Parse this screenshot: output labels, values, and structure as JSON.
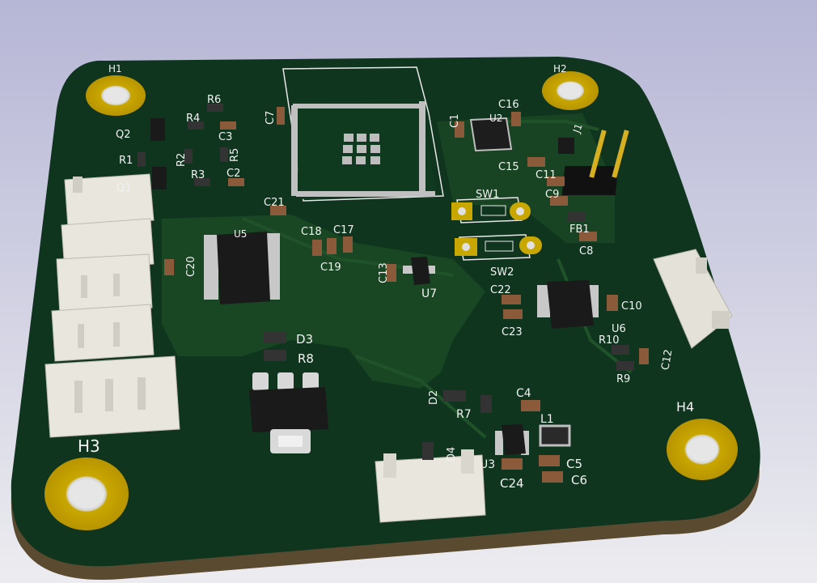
{
  "colors": {
    "background_top": "#b8b8d6",
    "background_bottom": "#e9e9ee",
    "board": "#10351f",
    "board_edge": "#5a4a30",
    "copper_pour": "#1c4a25",
    "silkscreen": "#f2f2f2",
    "pad_gold": "#c8a800",
    "connector_white": "#e8e6dd",
    "ic_black": "#1a1a1a"
  },
  "labels": {
    "H1": "H1",
    "H2": "H2",
    "H3": "H3",
    "H4": "H4",
    "Q1": "Q1",
    "Q2": "Q2",
    "R1": "R1",
    "R2": "R2",
    "R3": "R3",
    "R4": "R4",
    "R5": "R5",
    "R6": "R6",
    "R7": "R7",
    "R8": "R8",
    "R9": "R9",
    "R10": "R10",
    "C1": "C1",
    "C2": "C2",
    "C3": "C3",
    "C4": "C4",
    "C5": "C5",
    "C6": "C6",
    "C7": "C7",
    "C8": "C8",
    "C9": "C9",
    "C10": "C10",
    "C11": "C11",
    "C12": "C12",
    "C13": "C13",
    "C15": "C15",
    "C16": "C16",
    "C17": "C17",
    "C18": "C18",
    "C19": "C19",
    "C20": "C20",
    "C21": "C21",
    "C22": "C22",
    "C23": "C23",
    "C24": "C24",
    "U2": "U2",
    "U3": "U3",
    "U5": "U5",
    "U6": "U6",
    "U7": "U7",
    "SW1": "SW1",
    "SW2": "SW2",
    "D2": "D2",
    "D3": "D3",
    "D4": "D4",
    "J1": "J1",
    "L1": "L1",
    "FB1": "FB1"
  }
}
